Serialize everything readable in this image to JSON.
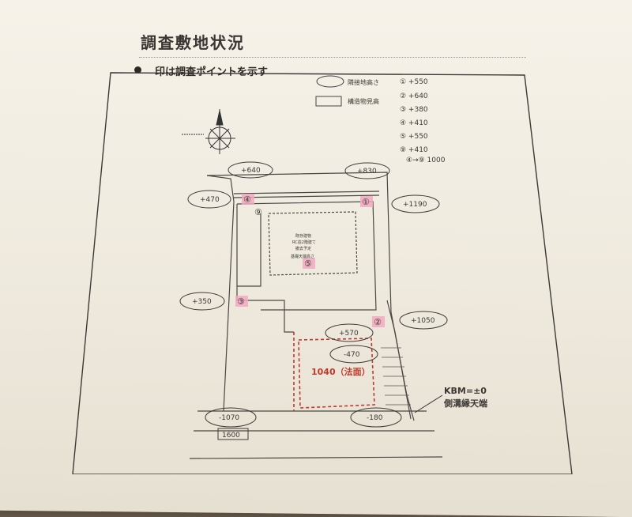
{
  "title": "調査敷地状況",
  "bullet_note": "印は調査ポイントを示す",
  "legend": {
    "ellipse_label": "隣接地高さ",
    "box_label": "構造物見高"
  },
  "measurements": [
    "① +550",
    "② +640",
    "③ +380",
    "④ +410",
    "⑤ +550",
    "⑨ +410",
    "④→⑨ 1000"
  ],
  "points": [
    "④",
    "①",
    "⑨",
    "⑤",
    "③",
    "②"
  ],
  "building_notes": [
    "既存建物",
    "RC造2階建て",
    "撤去予定",
    "基礎天端高さ"
  ],
  "elevations": [
    "+640",
    "+830",
    "+470",
    "+1190",
    "+350",
    "+1050",
    "+570",
    "-470",
    "-1070",
    "-180",
    "1600"
  ],
  "slope_label": "1040（法面）",
  "kbm": {
    "line1": "KBM=±0",
    "line2": "側溝縁天端"
  }
}
